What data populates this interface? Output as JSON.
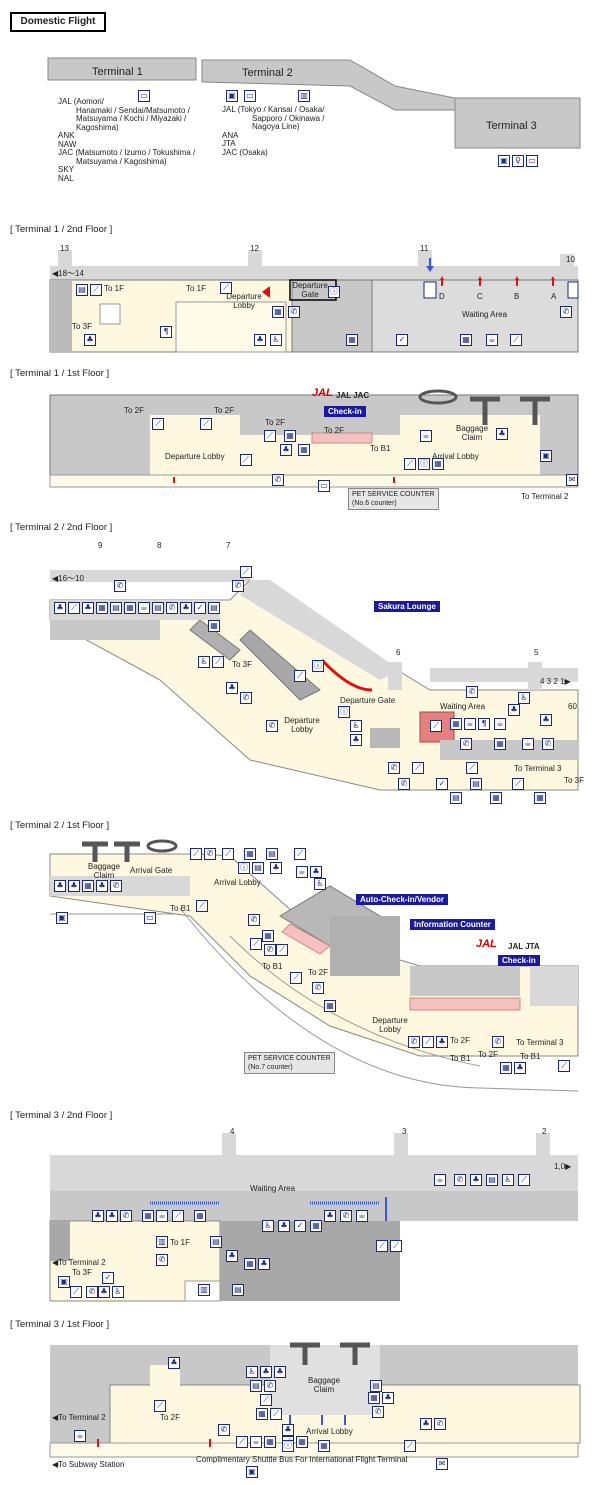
{
  "title": "Domestic Flight",
  "overview": {
    "terminals": [
      "Terminal 1",
      "Terminal 2",
      "Terminal 3"
    ],
    "t1_airlines": [
      "JAL (Aomori/",
      "Hanamaki / Sendai/Matsumoto /",
      "Matsuyama / Kochi / Miyazaki /",
      "Kagoshima)",
      "ANK",
      "NAW",
      "JAC (Matsumoto / Izumo / Tokushima /",
      "Matsuyama / Kagoshima)",
      "SKY",
      "NAL"
    ],
    "t2_airlines": [
      "JAL (Tokyo / Kansai / Osaka/",
      "Sapporo / Okinawa /",
      "Nagoya Line)",
      "ANA",
      "JTA",
      "JAC (Osaka)"
    ]
  },
  "sections": {
    "t1_2f": {
      "heading": "[ Terminal 1 / 2nd Floor ]",
      "gates": [
        "13",
        "12",
        "11",
        "10"
      ],
      "range": "◀18～14",
      "letters": [
        "D",
        "C",
        "B",
        "A"
      ],
      "labels": {
        "to1f_a": "To 1F",
        "to1f_b": "To 1F",
        "to3f": "To 3F",
        "dep_lobby": "Departure Lobby",
        "dep_gate": "Departure Gate",
        "waiting": "Waiting Area"
      }
    },
    "t1_1f": {
      "heading": "[ Terminal 1 / 1st Floor ]",
      "jal": "JAL",
      "jal_jac": "JAL JAC",
      "checkin": "Check-in",
      "labels": {
        "to2f_a": "To 2F",
        "to2f_b": "To 2F",
        "to2f_c": "To 2F",
        "to2f_d": "To 2F",
        "tob1": "To B1",
        "dep_lobby": "Departure Lobby",
        "baggage": "Baggage Claim",
        "arrival": "Arrival Lobby",
        "to_t2": "To Terminal 2"
      },
      "pet": [
        "PET SERVICE COUNTER",
        "(No.6 counter)"
      ]
    },
    "t2_2f": {
      "heading": "[ Terminal 2 / 2nd Floor ]",
      "gates": [
        "9",
        "8",
        "7",
        "6",
        "5"
      ],
      "range": "◀16～10",
      "range2": "4 3 2 1▶",
      "gate60": "60",
      "lounge": "Sakura Lounge",
      "labels": {
        "to3f": "To 3F",
        "dep_gate": "Departure Gate",
        "dep_lobby": "Departure Lobby",
        "waiting": "Waiting Area",
        "to_t3": "To Terminal 3",
        "to3f_b": "To 3F"
      }
    },
    "t2_1f": {
      "heading": "[ Terminal 2 / 1st Floor ]",
      "auto": "Auto-Check-in/Vendor",
      "info": "Information Counter",
      "jal": "JAL",
      "jal_jta": "JAL JTA",
      "checkin": "Check-in",
      "labels": {
        "baggage": "Baggage Claim",
        "arr_gate": "Arrival Gate",
        "arr_lobby": "Arrival Lobby",
        "tob1": "To B1",
        "tob1_b": "To B1",
        "to2f": "To 2F",
        "dep_lobby": "Departure Lobby",
        "to2f_b": "To 2F",
        "to2f_c": "To 2F",
        "tob1_c": "To B1",
        "tob1_d": "To B1",
        "to_t3": "To Terminal 3"
      },
      "pet": [
        "PET SERVICE COUNTER",
        "(No.7 counter)"
      ]
    },
    "t3_2f": {
      "heading": "[ Terminal 3 / 2nd Floor ]",
      "gates": [
        "4",
        "3",
        "2"
      ],
      "range": "1,0▶",
      "labels": {
        "waiting": "Waiting Area",
        "to1f": "To 1F",
        "to_t2": "◀To Terminal 2",
        "to3f": "To 3F"
      }
    },
    "t3_1f": {
      "heading": "[ Terminal 3 / 1st Floor ]",
      "labels": {
        "baggage": "Baggage Claim",
        "to_t2": "◀To Terminal 2",
        "to2f": "To 2F",
        "arrival": "Arrival Lobby",
        "subway": "◀To Subway Station",
        "shuttle": "Complimentary Shuttle Bus For International Flight Terminal"
      }
    }
  }
}
